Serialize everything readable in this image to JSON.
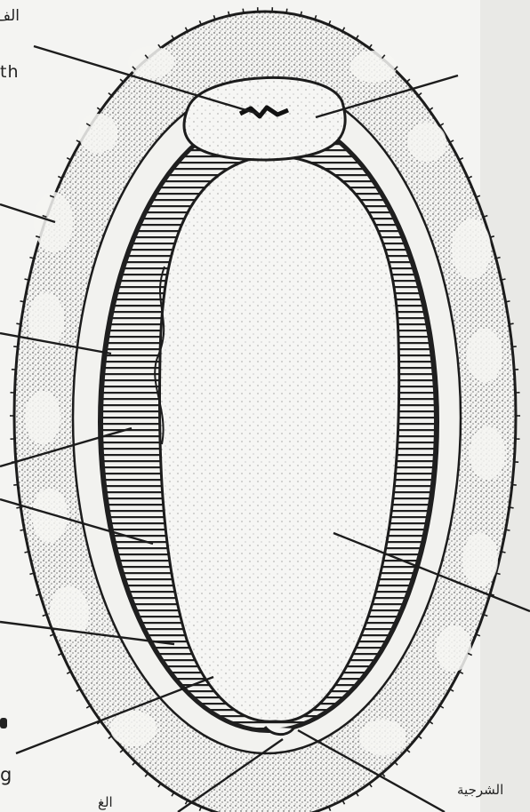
{
  "diagram": {
    "labels": {
      "top_left_arabic": "الف",
      "top_left_latin": "th",
      "bottom_left_latin": "g",
      "bottom_left_arabic": "الغ",
      "bottom_right_arabic": "الشرجية"
    },
    "colors": {
      "ink": "#1c1c1c",
      "paper": "#f4f4f2",
      "stipple": "#4a4a4a"
    }
  }
}
